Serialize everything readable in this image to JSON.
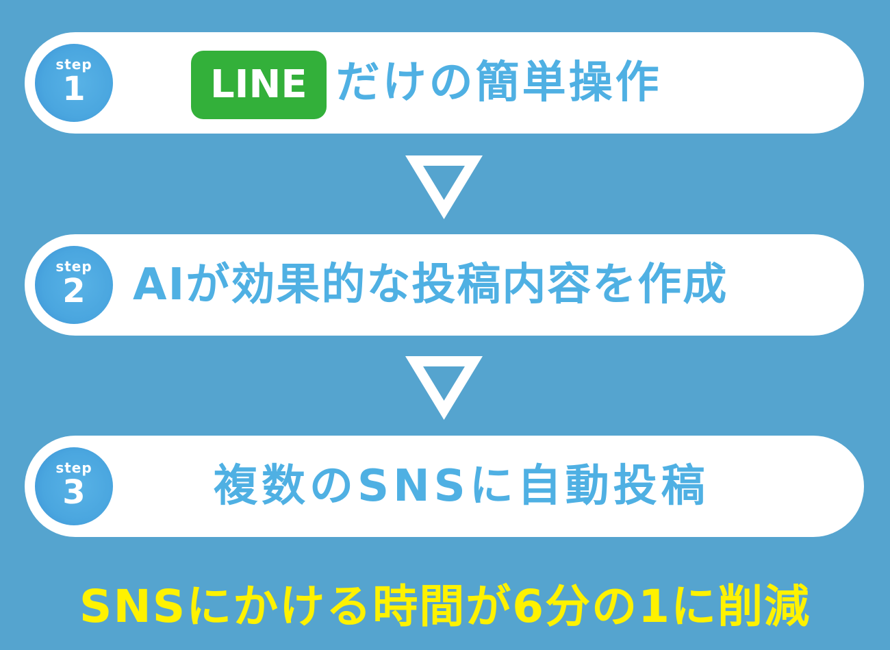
{
  "steps": [
    {
      "label": "step",
      "number": "1",
      "logo": "LINE",
      "text": "だけの簡単操作"
    },
    {
      "label": "step",
      "number": "2",
      "text": "AIが効果的な投稿内容を作成"
    },
    {
      "label": "step",
      "number": "3",
      "text": "複数のSNSに自動投稿"
    }
  ],
  "result": "SNSにかける時間が6分の1に削減",
  "colors": {
    "background": "#55a4cf",
    "accent": "#4fb0e3",
    "line_green": "#33b03a",
    "highlight": "#fff200"
  }
}
